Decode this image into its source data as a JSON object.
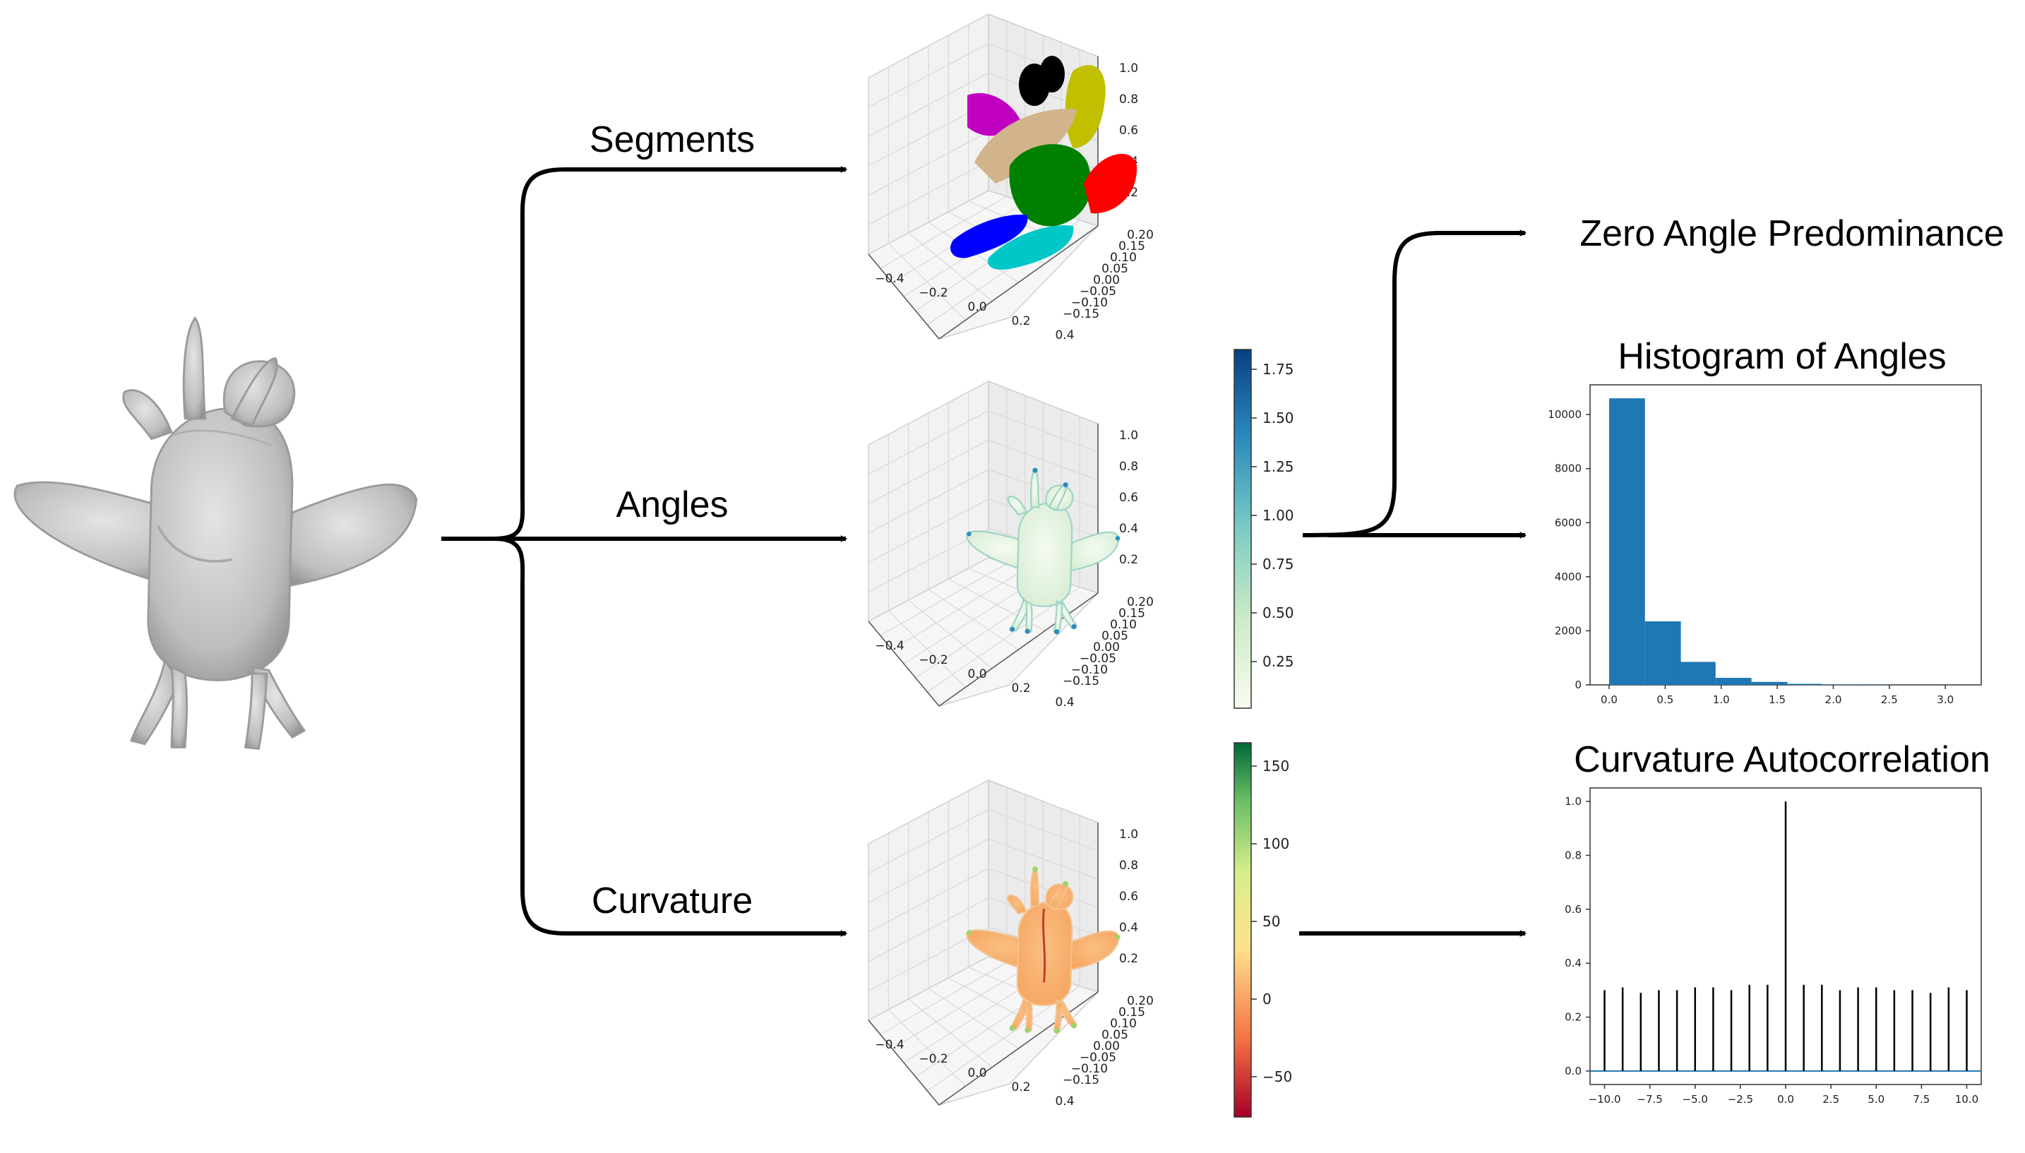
{
  "labels": {
    "segments": "Segments",
    "angles": "Angles",
    "curvature": "Curvature",
    "zero_angle": "Zero Angle Predominance",
    "histogram": "Histogram of Angles",
    "autocorr": "Curvature Autocorrelation"
  },
  "colors": {
    "segment_colors": [
      "#000000",
      "#c0c000",
      "#c000c0",
      "#d2b48c",
      "#008000",
      "#ff0000",
      "#0000ff",
      "#00c8c8"
    ],
    "bar_color": "#1f77b4",
    "angle_cmap": [
      "#f7fcf0",
      "#ccebc5",
      "#7bccc4",
      "#2b8cbe",
      "#084081"
    ],
    "curv_cmap": [
      "#a50026",
      "#f46d43",
      "#fee08b",
      "#d9ef8b",
      "#66bd63",
      "#006837"
    ]
  },
  "plot3d_ticks": {
    "x": [
      "−0.4",
      "−0.2",
      "0.0",
      "0.2",
      "0.4"
    ],
    "y": [
      "0.20",
      "0.15",
      "0.10",
      "0.05",
      "0.00",
      "−0.05",
      "−0.10",
      "−0.15"
    ],
    "z": [
      "1.0",
      "0.8",
      "0.6",
      "0.4",
      "0.2"
    ]
  },
  "angles_colorbar_ticks": [
    "1.75",
    "1.50",
    "1.25",
    "1.00",
    "0.75",
    "0.50",
    "0.25"
  ],
  "curvature_colorbar_ticks": [
    "150",
    "100",
    "50",
    "0",
    "−50"
  ],
  "chart_data": [
    {
      "type": "bar",
      "title": "Histogram of Angles",
      "x": [
        0.16,
        0.48,
        0.79,
        1.11,
        1.43,
        1.74,
        2.06,
        2.38,
        2.7,
        3.01
      ],
      "values": [
        10600,
        2350,
        850,
        260,
        110,
        40,
        15,
        8,
        5,
        3
      ],
      "xlim": [
        -0.17,
        3.32
      ],
      "ylim": [
        0,
        11100
      ],
      "x_ticks": [
        "0.0",
        "0.5",
        "1.0",
        "1.5",
        "2.0",
        "2.5",
        "3.0"
      ],
      "y_ticks": [
        "0",
        "2000",
        "4000",
        "6000",
        "8000",
        "10000"
      ]
    },
    {
      "type": "bar",
      "title": "Curvature Autocorrelation",
      "x": [
        -10,
        -9,
        -8,
        -7,
        -6,
        -5,
        -4,
        -3,
        -2,
        -1,
        0,
        1,
        2,
        3,
        4,
        5,
        6,
        7,
        8,
        9,
        10
      ],
      "values": [
        0.3,
        0.31,
        0.29,
        0.3,
        0.3,
        0.31,
        0.31,
        0.3,
        0.32,
        0.32,
        1.0,
        0.32,
        0.32,
        0.3,
        0.31,
        0.31,
        0.3,
        0.3,
        0.29,
        0.31,
        0.3
      ],
      "xlim": [
        -10.8,
        10.8
      ],
      "ylim": [
        -0.05,
        1.05
      ],
      "x_ticks": [
        "−10.0",
        "−7.5",
        "−5.0",
        "−2.5",
        "0.0",
        "2.5",
        "5.0",
        "7.5",
        "10.0"
      ],
      "y_ticks": [
        "0.0",
        "0.2",
        "0.4",
        "0.6",
        "0.8",
        "1.0"
      ]
    }
  ]
}
